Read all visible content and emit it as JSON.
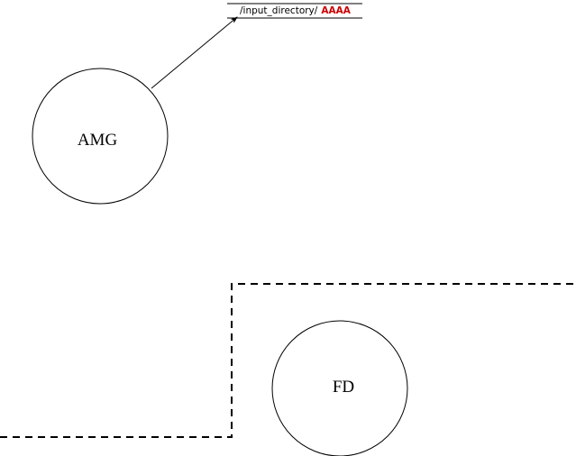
{
  "nodes": {
    "amg": {
      "label": "AMG"
    },
    "fd": {
      "label": "FD"
    }
  },
  "output_path": {
    "directory": "/input_directory/",
    "name": "AAAA"
  },
  "colors": {
    "stroke": "#000000",
    "highlight": "#cc0000",
    "background": "#ffffff"
  }
}
